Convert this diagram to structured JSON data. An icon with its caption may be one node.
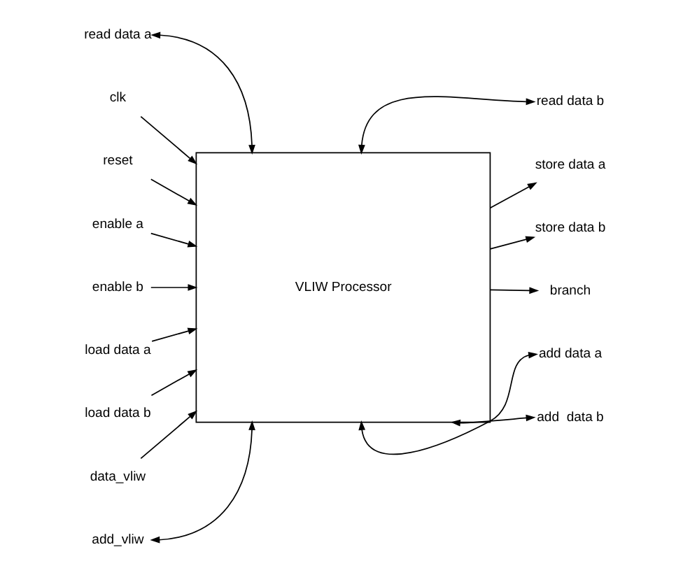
{
  "diagram": {
    "nodes": [
      {
        "text": [
          "VLIW Processor"
        ]
      },
      {
        "text": [
          "read data a"
        ]
      },
      {
        "text": [
          "read data b"
        ]
      },
      {
        "text": [
          "clk"
        ]
      },
      {
        "text": [
          "reset"
        ]
      },
      {
        "text": [
          "enable a"
        ]
      },
      {
        "text": [
          "enable b"
        ]
      },
      {
        "text": [
          "load data a"
        ]
      },
      {
        "text": [
          "load data b"
        ]
      },
      {
        "text": [
          "data_vliw"
        ]
      },
      {
        "text": [
          "store data a"
        ]
      },
      {
        "text": [
          "store data b"
        ]
      },
      {
        "text": [
          "branch"
        ]
      },
      {
        "text": [
          "add_vliw"
        ]
      },
      {
        "text": [
          "add data a"
        ]
      },
      {
        "text": [
          "add  data b"
        ]
      }
    ],
    "edges": [
      {
        "from": 1,
        "to": 0,
        "arrow": "both"
      },
      {
        "from": 2,
        "to": 0,
        "arrow": "both"
      },
      {
        "from": 3,
        "to": 0,
        "arrow": "to"
      },
      {
        "from": 4,
        "to": 0,
        "arrow": "to"
      },
      {
        "from": 5,
        "to": 0,
        "arrow": "to"
      },
      {
        "from": 6,
        "to": 0,
        "arrow": "to"
      },
      {
        "from": 7,
        "to": 0,
        "arrow": "to"
      },
      {
        "from": 8,
        "to": 0,
        "arrow": "to"
      },
      {
        "from": 9,
        "to": 0,
        "arrow": "to"
      },
      {
        "from": 0,
        "to": 10,
        "arrow": "to"
      },
      {
        "from": 0,
        "to": 11,
        "arrow": "to"
      },
      {
        "from": 0,
        "to": 12,
        "arrow": "to"
      },
      {
        "from": 13,
        "to": 0,
        "arrow": "both"
      },
      {
        "from": 14,
        "to": 0,
        "arrow": "both"
      },
      {
        "from": 15,
        "to": 0,
        "arrow": "both"
      }
    ]
  }
}
